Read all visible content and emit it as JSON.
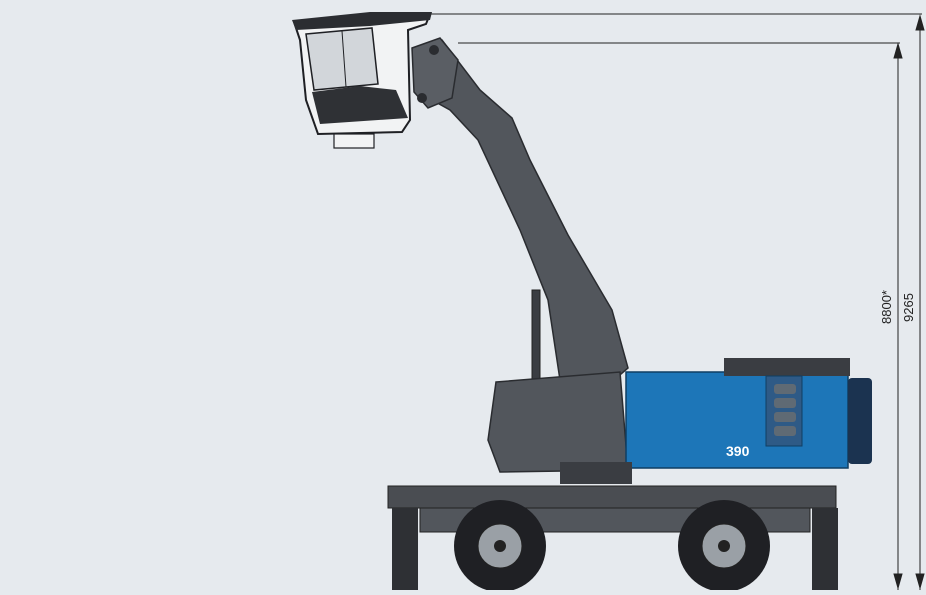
{
  "dimensions": {
    "cab_height_label": "8800*",
    "total_height_label": "9265"
  },
  "machine": {
    "model_badge": "390",
    "body_color": "#1d76b8",
    "steel_color": "#4a4d52",
    "background_color": "#e6eaee"
  }
}
